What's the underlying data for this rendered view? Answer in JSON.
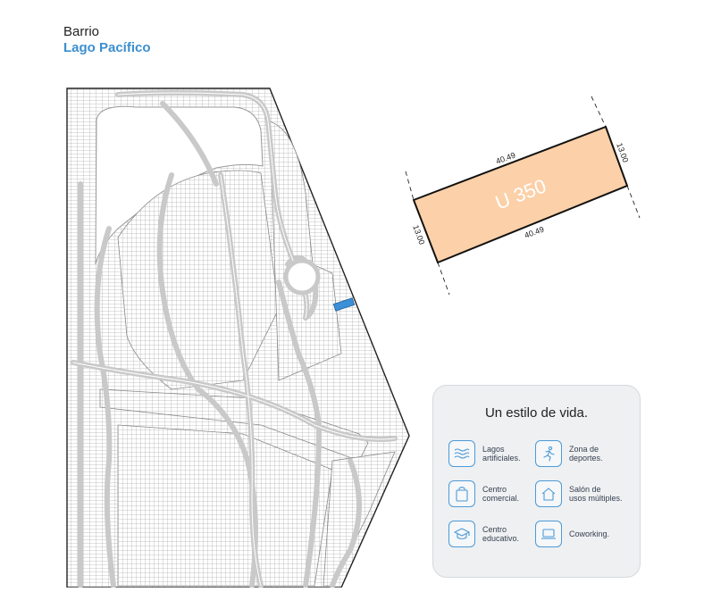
{
  "header": {
    "line1": "Barrio",
    "line2": "Lago Pacífico"
  },
  "lot": {
    "name": "U 350",
    "top": "40.49",
    "bottom": "40.49",
    "right": "13.00",
    "left": "13.00",
    "fill": "#fcd0a8"
  },
  "highlight_color": "#3b8fd6",
  "card": {
    "title": "Un estilo de vida.",
    "items": [
      {
        "label": "Lagos\nartificiales.",
        "icon": "waves-icon"
      },
      {
        "label": "Zona de\ndeportes.",
        "icon": "runner-icon"
      },
      {
        "label": "Centro\ncomercial.",
        "icon": "shopping-bag-icon"
      },
      {
        "label": "Salón de\nusos múltiples.",
        "icon": "house-icon"
      },
      {
        "label": "Centro\neducativo.",
        "icon": "graduation-cap-icon"
      },
      {
        "label": "Coworking.",
        "icon": "laptop-icon"
      }
    ]
  }
}
